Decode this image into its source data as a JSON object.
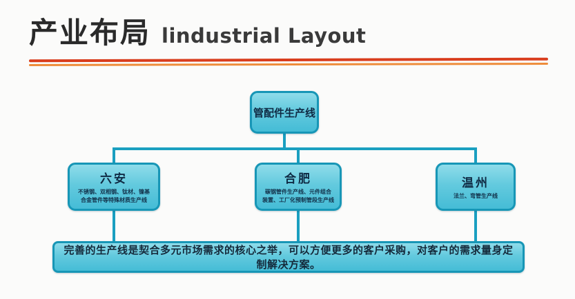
{
  "header": {
    "title_cn": "产业布局",
    "title_en": "lindustrial Layout"
  },
  "diagram": {
    "root": {
      "label": "管配件生产线"
    },
    "branches": [
      {
        "name": "六安",
        "desc": "不锈钢、双相钢、钛材、镍基\n合金管件等特殊材质生产线"
      },
      {
        "name": "合肥",
        "desc": "碳钢管件生产线、元件组合\n装置、工厂化预制管段生产线"
      },
      {
        "name": "温州",
        "desc": "法兰、弯管生产线"
      }
    ],
    "summary": "完善的生产线是契合多元市场需求的核心之举，可以方便更多的客户采购，对客户的需求量身定制解决方案。"
  },
  "colors": {
    "box_border": "#1796b6",
    "box_fill_top": "#8fdcea",
    "box_fill_bottom": "#45bcd6",
    "connector": "#1a9fc0",
    "divider_top": "#d93d1d",
    "divider_bottom": "#ee8c3a"
  }
}
